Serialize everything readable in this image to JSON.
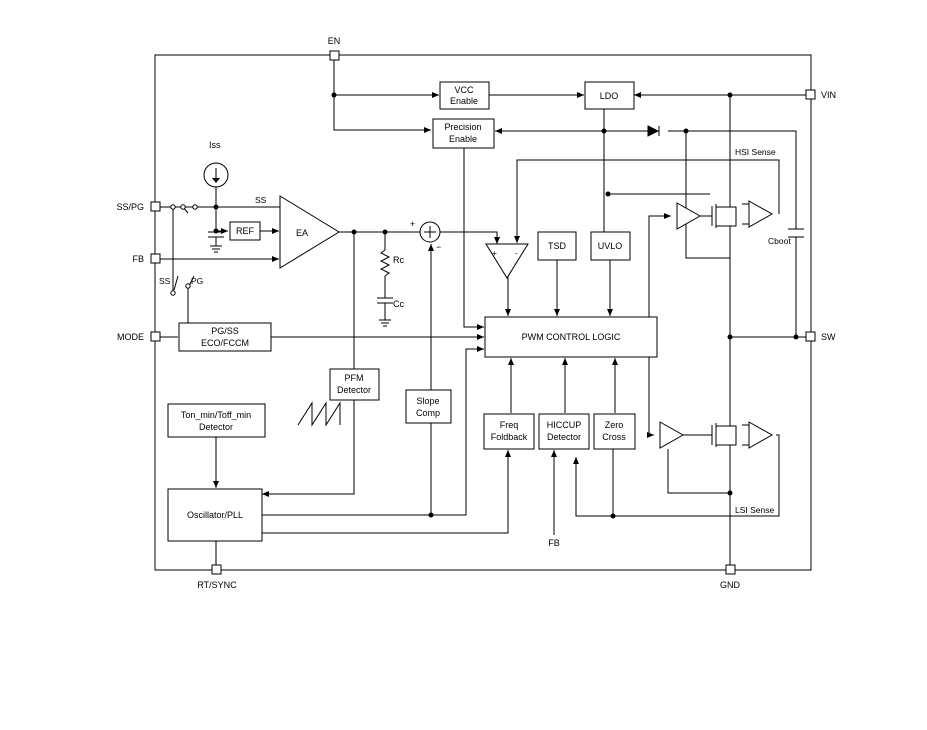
{
  "pins": {
    "en": "EN",
    "vin": "VIN",
    "sspg": "SS/PG",
    "fb": "FB",
    "mode": "MODE",
    "sw": "SW",
    "rtsync": "RT/SYNC",
    "gnd": "GND"
  },
  "blocks": {
    "vcc_enable": [
      "VCC",
      "Enable"
    ],
    "ldo": "LDO",
    "precision_enable": [
      "Precision",
      "Enable"
    ],
    "ref": "REF",
    "ea": "EA",
    "tsd": "TSD",
    "uvlo": "UVLO",
    "pgss": [
      "PG/SS",
      "ECO/FCCM"
    ],
    "pwm": "PWM CONTROL LOGIC",
    "pfm": [
      "PFM",
      "Detector"
    ],
    "slope": [
      "Slope",
      "Comp"
    ],
    "freq": [
      "Freq",
      "Foldback"
    ],
    "hiccup": [
      "HICCUP",
      "Detector"
    ],
    "zero": [
      "Zero",
      "Cross"
    ],
    "ton": [
      "Ton_min/Toff_min",
      "Detector"
    ],
    "osc": "Oscillator/PLL"
  },
  "labels": {
    "iss": "Iss",
    "ss_line": "SS",
    "ss_switch": "SS",
    "pg_switch": "PG",
    "rc": "Rc",
    "cc": "Cc",
    "plus": "+",
    "minus": "−",
    "comp_plus": "+",
    "comp_minus": "-",
    "hsi": "HSI Sense",
    "lsi": "LSI Sense",
    "cboot": "Cboot",
    "fb_bottom": "FB"
  }
}
